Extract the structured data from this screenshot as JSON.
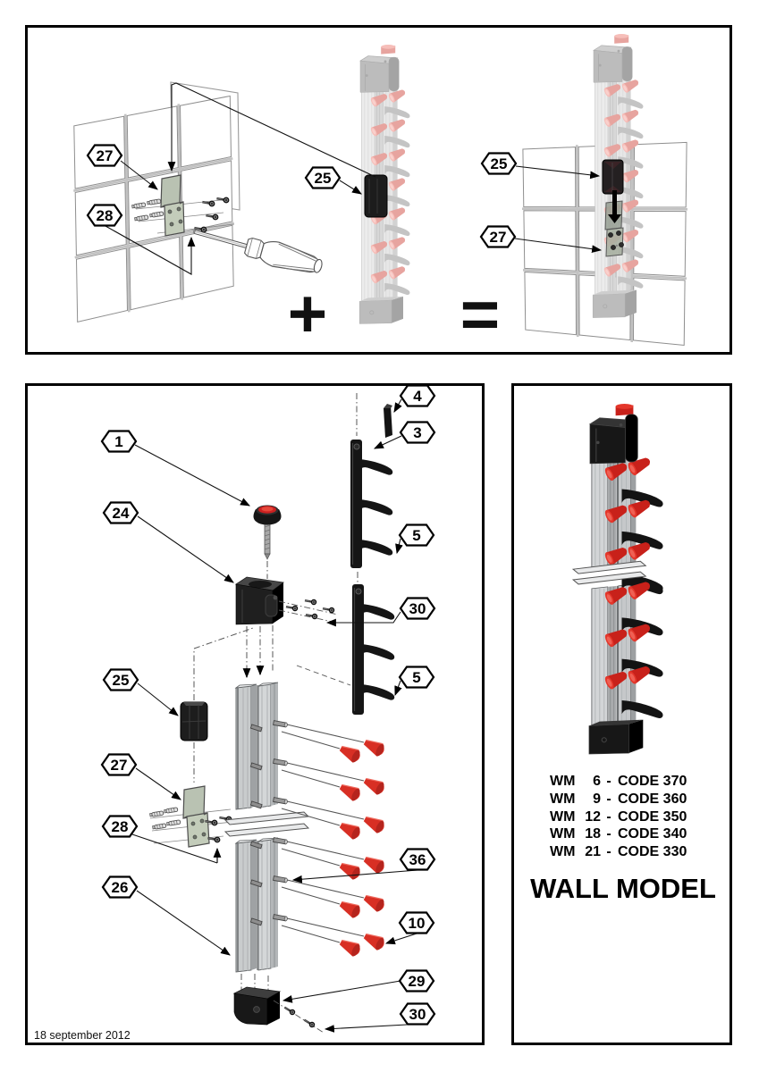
{
  "top_panel": {
    "callouts": {
      "plate": "27",
      "anchors": "28",
      "bracket": "25",
      "result_bracket": "25",
      "result_plate": "27"
    },
    "plus": "+",
    "equals": "="
  },
  "exploded_panel": {
    "callouts": {
      "knob_screw": "1",
      "top_cap": "24",
      "bracket": "25",
      "wall_plate": "27",
      "anchors": "28",
      "profile": "26",
      "end_stop": "4",
      "hook_rail": "3",
      "hook_upper": "5",
      "rail_screws": "30",
      "hook_lower": "5",
      "knob_stud": "36",
      "knob": "10",
      "bottom_cap": "29",
      "cap_screws": "30"
    },
    "date": "18 september 2012"
  },
  "product_panel": {
    "codes": [
      {
        "model": "WM",
        "size": "6",
        "dash": "-",
        "code": "CODE 370",
        "text": "WM  6  - CODE 370"
      },
      {
        "model": "WM",
        "size": "9",
        "dash": "-",
        "code": "CODE 360",
        "text": "WM  9  - CODE 360"
      },
      {
        "model": "WM",
        "size": "12",
        "dash": "-",
        "code": "CODE 350",
        "text": "WM 12 - CODE 350"
      },
      {
        "model": "WM",
        "size": "18",
        "dash": "-",
        "code": "CODE 340",
        "text": "WM 18 - CODE 340"
      },
      {
        "model": "WM",
        "size": "21",
        "dash": "-",
        "code": "CODE 330",
        "text": "WM 21 - CODE 330"
      }
    ],
    "title": "WALL MODEL"
  },
  "colors": {
    "knob_red": "#e03227",
    "knob_faded": "#f3b4b0",
    "plate_green": "#b9c2b2",
    "ink": "#000000",
    "background": "#ffffff"
  }
}
